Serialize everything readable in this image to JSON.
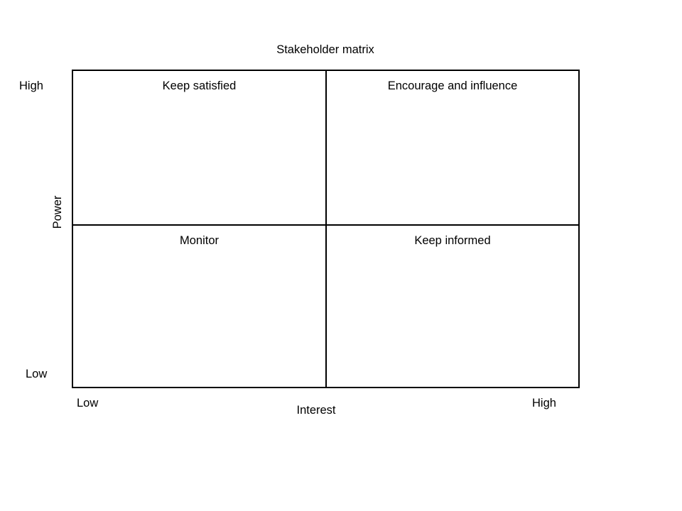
{
  "chart_data": {
    "type": "table",
    "title": "Stakeholder matrix",
    "xlabel": "Interest",
    "ylabel": "Power",
    "x_ticks": [
      "Low",
      "High"
    ],
    "y_ticks": [
      "High",
      "Low"
    ],
    "grid": false,
    "legend": "none",
    "quadrants": [
      {
        "id": "high-power-low-interest",
        "power": "High",
        "interest": "Low",
        "label": "Keep satisfied",
        "position": "top-left"
      },
      {
        "id": "high-power-high-interest",
        "power": "High",
        "interest": "High",
        "label": "Encourage and influence",
        "position": "top-right"
      },
      {
        "id": "low-power-low-interest",
        "power": "Low",
        "interest": "Low",
        "label": "Monitor",
        "position": "bottom-left"
      },
      {
        "id": "low-power-high-interest",
        "power": "Low",
        "interest": "High",
        "label": "Keep informed",
        "position": "bottom-right"
      }
    ],
    "colors": {
      "background": "#ffffff",
      "border": "#000000",
      "text": "#000000"
    }
  },
  "title": "Stakeholder matrix",
  "axes": {
    "y": {
      "title": "Power",
      "high_label": "High",
      "low_label": "Low"
    },
    "x": {
      "title": "Interest",
      "low_label": "Low",
      "high_label": "High"
    }
  },
  "quadrants": {
    "top_left": "Keep satisfied",
    "top_right": "Encourage and influence",
    "bottom_left": "Monitor",
    "bottom_right": "Keep informed"
  }
}
